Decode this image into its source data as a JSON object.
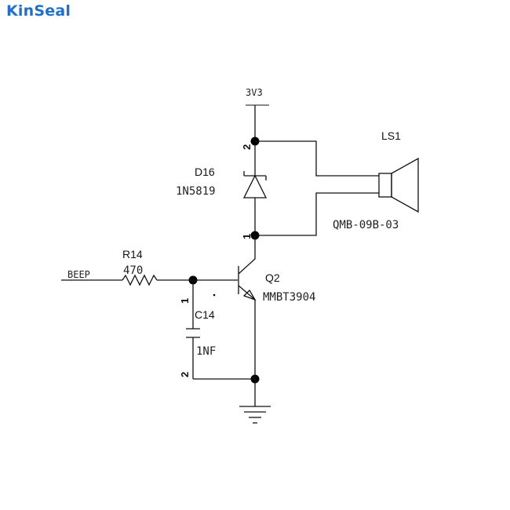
{
  "brand": {
    "logo_text": "KinSeal",
    "color": "#1e6fd0"
  },
  "nets": {
    "supply": "3V3",
    "input": "BEEP"
  },
  "components": {
    "diode": {
      "ref": "D16",
      "value": "1N5819",
      "pin_top": "2",
      "pin_bottom": "1"
    },
    "speaker": {
      "ref": "LS1",
      "value": "QMB-09B-03"
    },
    "resistor": {
      "ref": "R14",
      "value": "470"
    },
    "transistor": {
      "ref": "Q2",
      "value": "MMBT3904"
    },
    "capacitor": {
      "ref": "C14",
      "value": "1NF",
      "pin_top": "1",
      "pin_bottom": "2"
    }
  }
}
